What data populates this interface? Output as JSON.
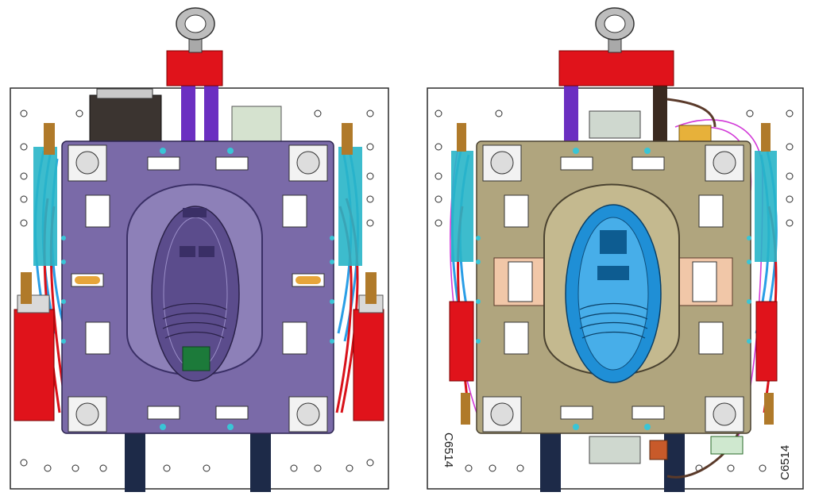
{
  "image": {
    "subject": "two-views-of-injection-mold-assembly",
    "left_view": {
      "mold_plate_color": "#7a6aa8",
      "core_color": "#5b4c8c"
    },
    "right_view": {
      "mold_plate_color": "#b0a57e",
      "core_color": "#1f8fd6",
      "stamp_left": "C6514",
      "stamp_right": "C6514"
    },
    "colors": {
      "lifting_block": "#e0131b",
      "guide_pillars": "#6b2fc1",
      "hoses": "#2a9ee6",
      "hoses_red": "#d8121a",
      "coolant_pipe": "#ffffff",
      "bushing": "#e6a53a",
      "frame": "#2b2b2b",
      "wire_magenta": "#d23bd8"
    }
  }
}
